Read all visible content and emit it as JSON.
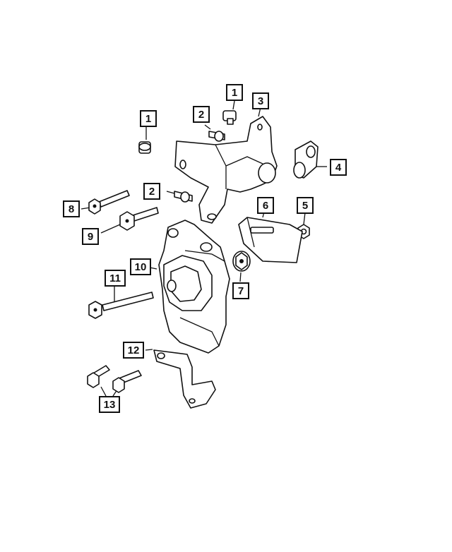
{
  "callouts": {
    "c1a": "1",
    "c1b": "1",
    "c2a": "2",
    "c2b": "2",
    "c3": "3",
    "c4": "4",
    "c5": "5",
    "c6": "6",
    "c7": "7",
    "c8": "8",
    "c9": "9",
    "c10": "10",
    "c11": "11",
    "c12": "12",
    "c13": "13"
  }
}
